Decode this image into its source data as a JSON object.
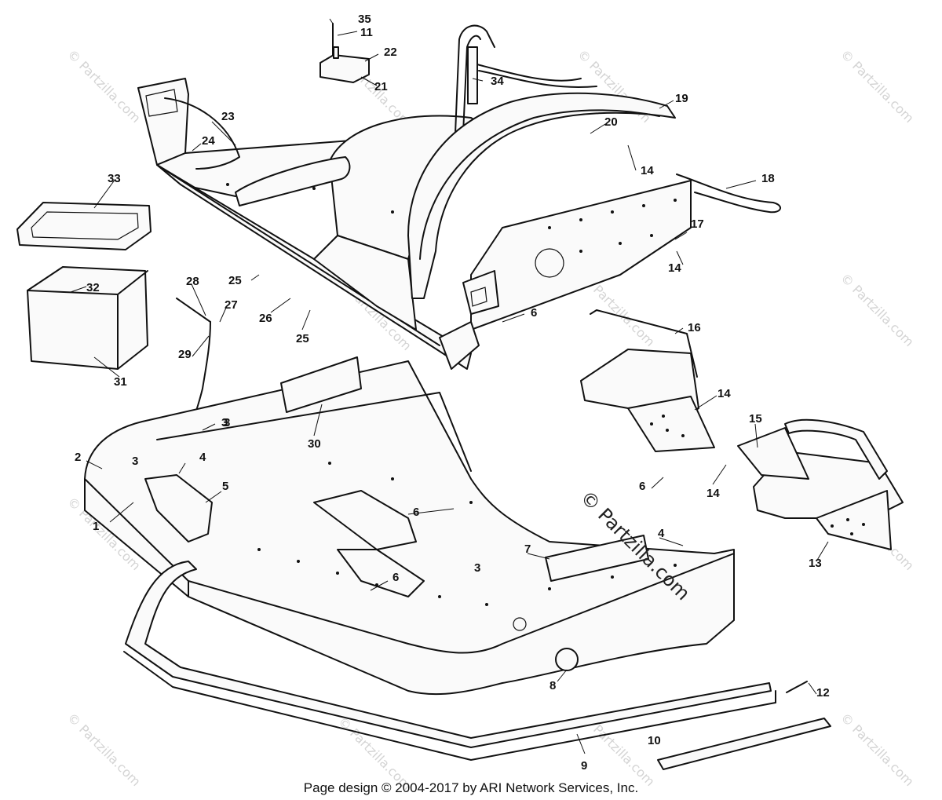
{
  "diagram": {
    "callouts": [
      "1",
      "2",
      "3",
      "3",
      "3",
      "3",
      "4",
      "4",
      "5",
      "6",
      "6",
      "6",
      "6",
      "7",
      "8",
      "9",
      "10",
      "12",
      "13",
      "14",
      "14",
      "14",
      "14",
      "15",
      "16",
      "17",
      "18",
      "19",
      "20",
      "21",
      "22",
      "23",
      "24",
      "25",
      "25",
      "26",
      "27",
      "28",
      "29",
      "30",
      "31",
      "32",
      "33",
      "34",
      "35",
      "11"
    ],
    "watermark": "© Partzilla.com",
    "center_watermark": "© Partzilla.com"
  },
  "footer": {
    "text": "Page design © 2004-2017 by ARI Network Services, Inc."
  }
}
